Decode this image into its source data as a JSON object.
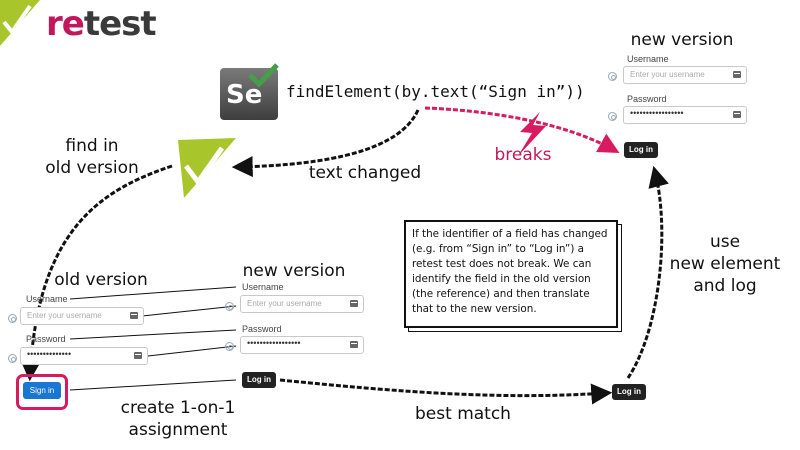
{
  "logo": {
    "text_re": "re",
    "text_test": "test"
  },
  "code": {
    "selenium_badge": "Se",
    "expression": "findElement(by.text(“Sign in”))"
  },
  "labels": {
    "new_version_top": "new version",
    "breaks": "breaks",
    "find_in_old_version": "find in\nold version",
    "text_changed": "text changed",
    "old_version": "old version",
    "new_version_mid": "new version",
    "create_assignment": "create 1-on-1\nassignment",
    "best_match": "best match",
    "use_new_element": "use\nnew element\nand log"
  },
  "top_form": {
    "username_label": "Username",
    "username_placeholder": "Enter your username",
    "password_label": "Password",
    "password_dots": "•••••••••••••••••",
    "button": "Log in"
  },
  "old_form": {
    "username_label": "Username",
    "username_placeholder": "Enter your username",
    "password_label": "Password",
    "password_dots": "••••••••••••••",
    "button": "Sign in"
  },
  "mid_form": {
    "username_label": "Username",
    "username_placeholder": "Enter your username",
    "password_label": "Password",
    "password_dots": "•••••••••••••••••",
    "button": "Log in"
  },
  "result_button": "Log in",
  "note": "If the identifier of a field has changed (e.g. from “Sign in” to “Log in”) a retest test does not break. We can identify the field in the old version (the reference) and then translate that to the new version.",
  "colors": {
    "brand_red": "#c2185b",
    "brand_green": "#a8c62b",
    "sign_in_blue": "#1976d2",
    "highlight_border": "#d81b60"
  }
}
